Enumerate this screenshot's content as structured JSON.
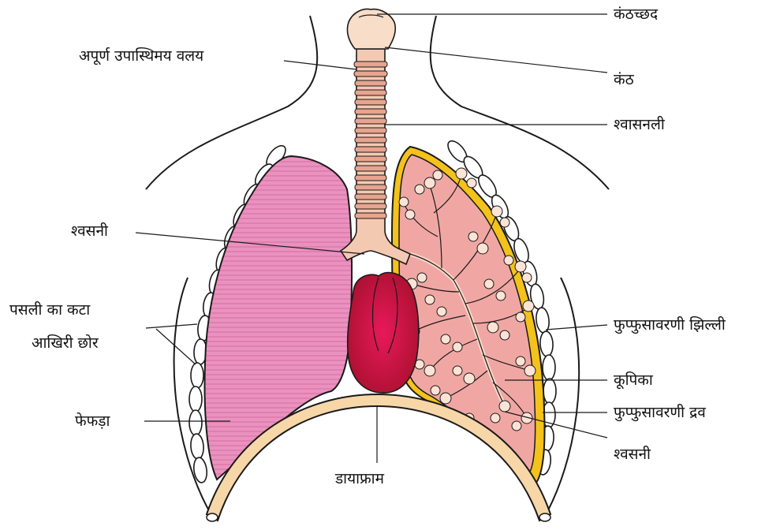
{
  "labels": {
    "epiglottis": "कंठच्छद",
    "larynx": "कंठ",
    "cartilage_rings": "अपूर्ण उपास्थिमय वलय",
    "trachea": "श्वासनली",
    "bronchus": "श्वसनी",
    "rib_cut_end_line1": "पसली का कटा",
    "rib_cut_end_line2": "आखिरी छोर",
    "pleural_membrane": "फुप्फुसावरणी झिल्ली",
    "alveoli": "कूपिका",
    "pleural_fluid": "फुप्फुसावरणी द्रव",
    "bronchiole": "श्वसनी",
    "lung": "फेफड़ा",
    "diaphragm": "डायाफ्राम"
  },
  "colors": {
    "outline": "#1a1a1a",
    "trachea_fill": "#f4c9b2",
    "ring_fill": "#e8a48f",
    "left_lung": "#e98bb8",
    "right_lung": "#f0a7a3",
    "pleura": "#f3c21b",
    "heart": "#c8163f",
    "diaphragm": "#f7d6a8",
    "bronchial_tree": "#f8d9c8"
  }
}
